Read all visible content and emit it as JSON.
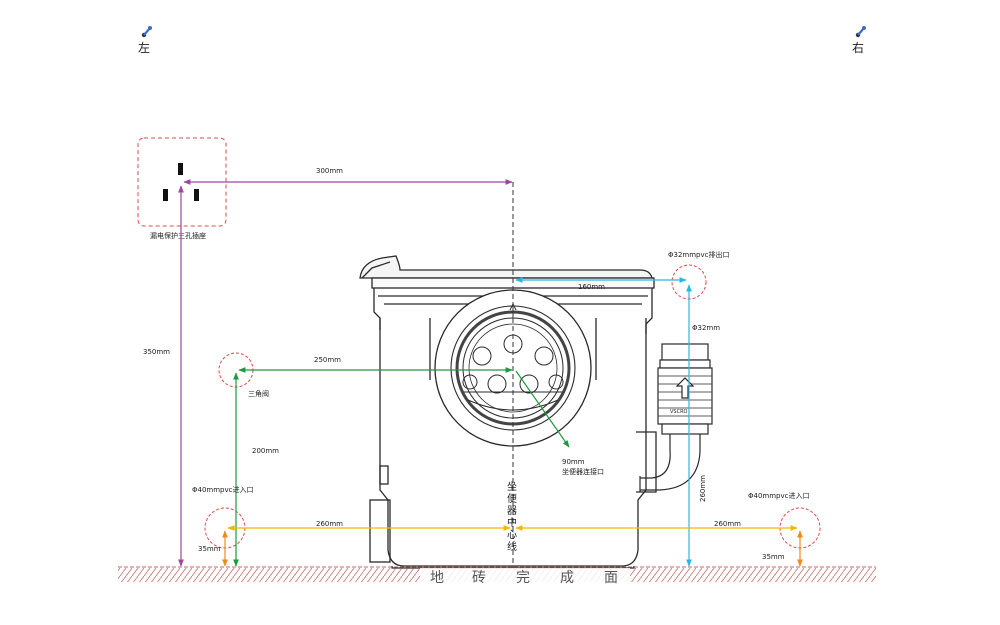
{
  "corners": {
    "left_label": "左",
    "right_label": "右"
  },
  "socket": {
    "label": "漏电保护三孔插座"
  },
  "dimensions": {
    "socket_to_center": "300mm",
    "socket_height": "350mm",
    "valve_to_center": "250mm",
    "valve_height": "200mm",
    "top_outlet_offset": "160mm",
    "outlet_pipe": "Φ32mm",
    "outlet_height": "260mm",
    "toilet_connector_angle": "90mm",
    "left_inlet_offset": "260mm",
    "right_inlet_offset": "260mm",
    "left_inlet_height": "35mm",
    "right_inlet_height": "35mm"
  },
  "labels": {
    "outlet": "Φ32mmpvc排出口",
    "valve": "三角阀",
    "toilet_connector": "坐便器连接口",
    "left_inlet": "Φ40mmpvc进入口",
    "right_inlet": "Φ40mmpvc进入口",
    "center_line": [
      "坐",
      "便",
      "器",
      "中",
      "心",
      "线"
    ],
    "floor": [
      "地",
      "砖",
      "完",
      "成",
      "面"
    ],
    "pipe_brand": "VSCRO"
  },
  "colors": {
    "purple": "#a0479c",
    "green": "#1e9a3e",
    "cyan": "#2bb7e3",
    "yellow": "#f5b800",
    "orange": "#f08a1d",
    "red_dash": "#e04a4a",
    "outline": "#2a2a2a"
  },
  "icons": {
    "corner": "pushpin-icon"
  }
}
